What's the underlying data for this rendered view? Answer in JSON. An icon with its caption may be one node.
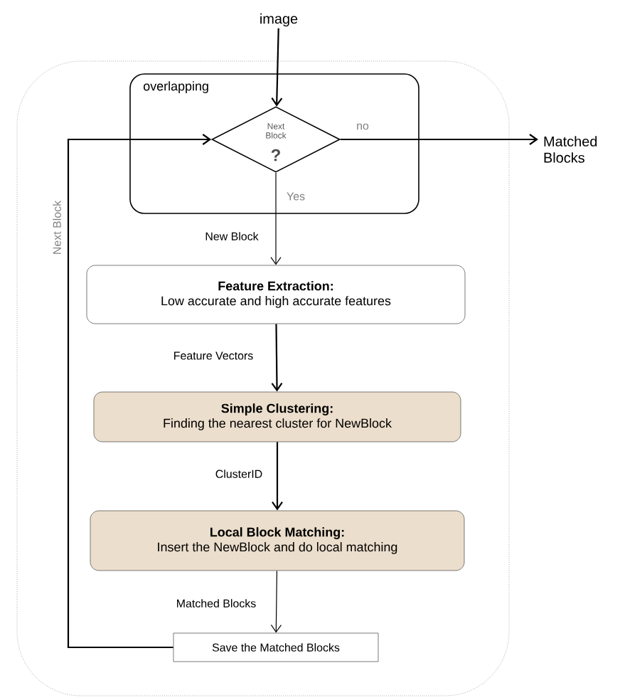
{
  "diagram": {
    "nodes": [
      {
        "text": [],
        "shape": "box"
      },
      {
        "text": [
          "overlapping"
        ],
        "in": 0
      },
      {
        "text": [
          "Next Block",
          "?"
        ],
        "in": 1
      },
      {
        "text": [
          "image"
        ]
      },
      {
        "text": [
          "Matched Blocks"
        ]
      },
      {
        "text": [
          "Feature Extraction:",
          "Low accurate and high accurate features"
        ],
        "in": 0
      },
      {
        "text": [
          "Simple Clustering:",
          "Finding the  nearest cluster for NewBlock"
        ],
        "in": 0
      },
      {
        "text": [
          "Local Block Matching:",
          "Insert the NewBlock and do local  matching"
        ],
        "in": 0
      },
      {
        "text": [
          "Save the Matched Blocks"
        ],
        "in": 0
      }
    ],
    "edges": [
      {
        "from": 3,
        "to": 2,
        "arrow": "to"
      },
      {
        "from": 2,
        "to": 4,
        "arrow": "to",
        "label": "no"
      },
      {
        "from": 2,
        "to": 5,
        "arrow": "to",
        "label": "Yes"
      },
      {
        "from": 5,
        "to": 6,
        "arrow": "to",
        "label": "Feature Vectors"
      },
      {
        "from": 6,
        "to": 7,
        "arrow": "to",
        "label": "ClusterID"
      },
      {
        "from": 7,
        "to": 8,
        "arrow": "to",
        "label": "Matched Blocks"
      },
      {
        "from": 8,
        "to": 2,
        "arrow": "to",
        "label": "Next Block"
      }
    ],
    "labels": [
      "New Block"
    ]
  }
}
